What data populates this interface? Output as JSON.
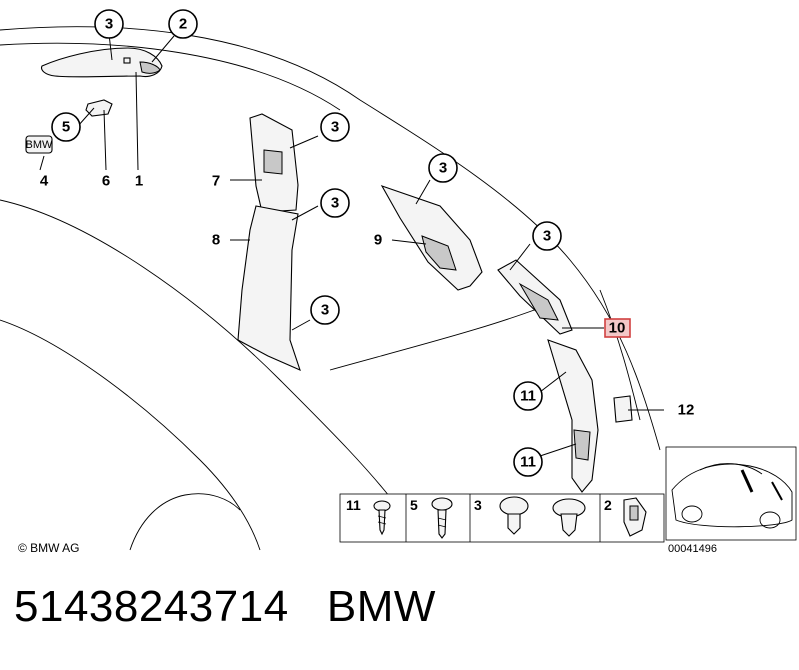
{
  "diagram": {
    "callouts": {
      "c3_a": "3",
      "c2": "2",
      "c5": "5",
      "c3_b": "3",
      "c3_c": "3",
      "c3_d": "3",
      "c3_e": "3",
      "c3_f": "3",
      "c11_a": "11",
      "c11_b": "11"
    },
    "labels": {
      "l4": "4",
      "l6": "6",
      "l1": "1",
      "l7": "7",
      "l8": "8",
      "l9": "9",
      "l10": "10",
      "l12": "12"
    },
    "badge_text": "BMW",
    "hardware_legend": {
      "items": [
        "11",
        "5",
        "3",
        "2"
      ]
    },
    "copyright": "© BMW AG",
    "diagram_number": "00041496"
  },
  "title": {
    "part_number": "51438243714",
    "brand": "BMW"
  },
  "colors": {
    "highlight_box": "#d04040",
    "highlight_fill": "#f3c8c8"
  }
}
